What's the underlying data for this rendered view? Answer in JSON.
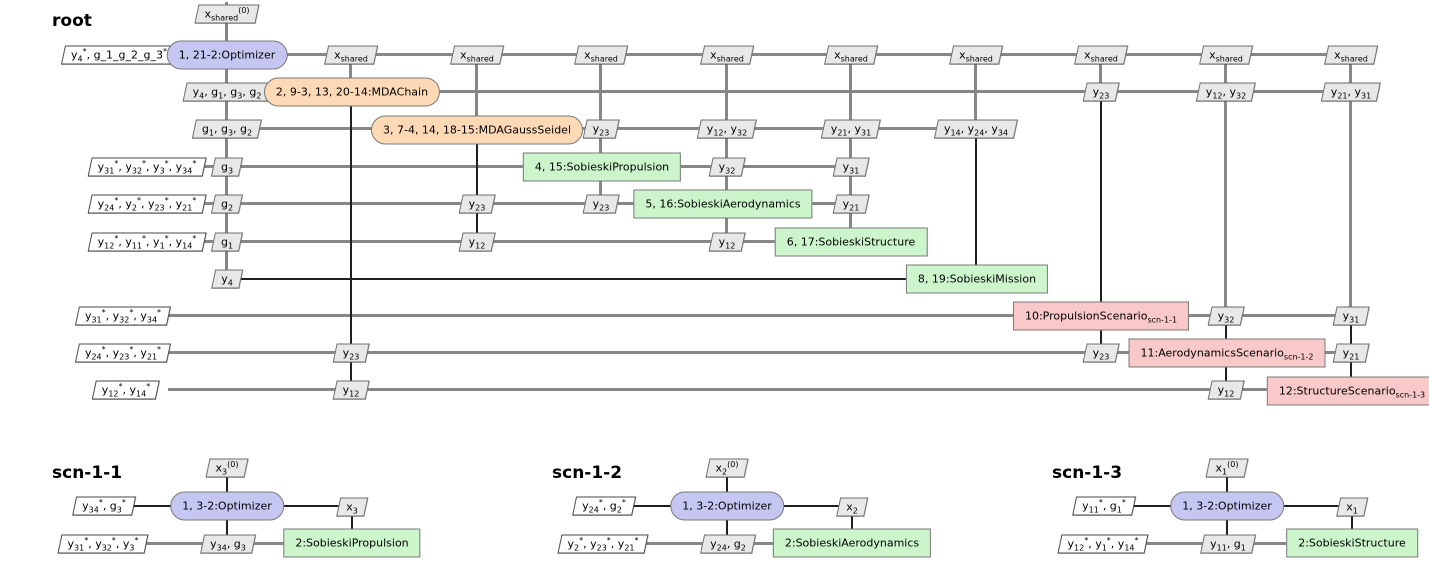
{
  "root": {
    "title": "root",
    "optimizer": "1, 21-2:Optimizer",
    "mda_chain": "2, 9-3, 13, 20-14:MDAChain",
    "mda_gauss_seidel": "3, 7-4, 14, 18-15:MDAGaussSeidel",
    "propulsion": "4, 15:SobieskiPropulsion",
    "aerodynamics": "5, 16:SobieskiAerodynamics",
    "structure": "6, 17:SobieskiStructure",
    "mission": "8, 19:SobieskiMission",
    "propulsion_scenario": "10:PropulsionScenario_{scn-1-1}",
    "aerodynamics_scenario": "11:AerodynamicsScenario_{scn-1-2}",
    "structure_scenario": "12:StructureScenario_{scn-1-3}",
    "io": {
      "x_shared_init": "x_{shared}^{(0)}",
      "x_shared": "x_{shared}",
      "optimizer_out": "y_{4}^{*}, g_1_g_2_g_3^{*}",
      "design_vars": "y_{4}, g_{1}, g_{3}, g_{2}",
      "constraints": "g_{1}, g_{3}, g_{2}",
      "g3": "g_{3}",
      "g2": "g_{2}",
      "g1": "g_{1}",
      "y4": "y_{4}",
      "y23": "y_{23}",
      "y12": "y_{12}",
      "y32": "y_{32}",
      "y31": "y_{31}",
      "y21": "y_{21}",
      "y12_y32": "y_{12}, y_{32}",
      "y21_y31": "y_{21}, y_{31}",
      "y14_y24_y34": "y_{14}, y_{24}, y_{34}",
      "prop_out": "y_{31}^{*}, y_{32}^{*}, y_{3}^{*}, y_{34}^{*}",
      "aero_out": "y_{24}^{*}, y_{2}^{*}, y_{23}^{*}, y_{21}^{*}",
      "struct_out": "y_{12}^{*}, y_{11}^{*}, y_{1}^{*}, y_{14}^{*}",
      "prop_scn_out": "y_{31}^{*}, y_{32}^{*}, y_{34}^{*}",
      "aero_scn_out": "y_{24}^{*}, y_{23}^{*}, y_{21}^{*}",
      "struct_scn_out": "y_{12}^{*}, y_{14}^{*}"
    }
  },
  "scenarios": [
    {
      "title": "scn-1-1",
      "x_init": "x_{3}^{(0)}",
      "optimizer": "1, 3-2:Optimizer",
      "optimizer_out": "y_{34}^{*}, g_{3}^{*}",
      "x_local": "x_{3}",
      "discipline": "2:SobieskiPropulsion",
      "discipline_out": "y_{31}^{*}, y_{32}^{*}, y_{3}^{*}",
      "coupling": "y_{34}, g_{3}"
    },
    {
      "title": "scn-1-2",
      "x_init": "x_{2}^{(0)}",
      "optimizer": "1, 3-2:Optimizer",
      "optimizer_out": "y_{24}^{*}, g_{2}^{*}",
      "x_local": "x_{2}",
      "discipline": "2:SobieskiAerodynamics",
      "discipline_out": "y_{2}^{*}, y_{23}^{*}, y_{21}^{*}",
      "coupling": "y_{24}, g_{2}"
    },
    {
      "title": "scn-1-3",
      "x_init": "x_{1}^{(0)}",
      "optimizer": "1, 3-2:Optimizer",
      "optimizer_out": "y_{11}^{*}, g_{1}^{*}",
      "x_local": "x_{1}",
      "discipline": "2:SobieskiStructure",
      "discipline_out": "y_{12}^{*}, y_{1}^{*}, y_{14}^{*}",
      "coupling": "y_{11}, g_{1}"
    }
  ],
  "colors": {
    "optimizer": "#c6c6f2",
    "mda": "#fdd9b5",
    "discipline": "#ccf5cc",
    "scenario": "#f9c8c8",
    "data_node": "#e8e8e8"
  }
}
